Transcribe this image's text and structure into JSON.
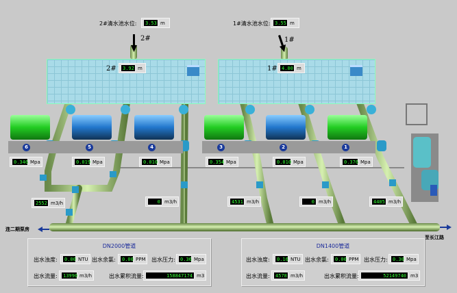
{
  "levels": {
    "pool2": {
      "label": "2#清水池水位:",
      "value": "3.53",
      "unit": "m"
    },
    "pool1": {
      "label": "1#清水池水位:",
      "value": "3.55",
      "unit": "m"
    }
  },
  "inlets": {
    "in2": "2#",
    "in1": "1#"
  },
  "tanks": [
    {
      "label": "2#",
      "value": "3.92",
      "unit": "m"
    },
    {
      "label": "1#",
      "value": "4.80",
      "unit": "m"
    }
  ],
  "pumps": [
    {
      "number": "6",
      "pressure": "0.346",
      "unit": "Mpa",
      "color": "green"
    },
    {
      "number": "5",
      "pressure": "0.019",
      "unit": "Mpa",
      "color": "blue"
    },
    {
      "number": "4",
      "pressure": "0.010",
      "unit": "Mpa",
      "color": "blue"
    },
    {
      "number": "3",
      "pressure": "0.354",
      "unit": "Mpa",
      "color": "green"
    },
    {
      "number": "2",
      "pressure": "0.010",
      "unit": "Mpa",
      "color": "blue"
    },
    {
      "number": "1",
      "pressure": "0.376",
      "unit": "Mpa",
      "color": "green"
    }
  ],
  "flows": [
    {
      "value": "2552",
      "unit": "m3/h"
    },
    {
      "value": "0",
      "unit": "m3/h"
    },
    {
      "value": "4531",
      "unit": "m3/h"
    },
    {
      "value": "0",
      "unit": "m3/h"
    },
    {
      "value": "4405",
      "unit": "m3/h"
    }
  ],
  "destinations": {
    "left": "连二期泵房",
    "right": "至长江路"
  },
  "panels": [
    {
      "title": "DN2000管道",
      "turbidity_label": "出水浊度:",
      "turbidity": "0.00",
      "turbidity_unit": "NTU",
      "chlorine_label": "出水余氯:",
      "chlorine": "0.00",
      "chlorine_unit": "PPM",
      "pressure_label": "出水压力:",
      "pressure": "0.36",
      "pressure_unit": "Mpa",
      "flow_label": "出水流量:",
      "flow": "13990",
      "flow_unit": "m3/h",
      "total_label": "出水累积流量:",
      "total": "158847174",
      "total_unit": "m3"
    },
    {
      "title": "DN1400管道",
      "turbidity_label": "出水浊度:",
      "turbidity": "0.16",
      "turbidity_unit": "NTU",
      "chlorine_label": "出水余氯:",
      "chlorine": "0.00",
      "chlorine_unit": "PPM",
      "pressure_label": "出水压力:",
      "pressure": "0.30",
      "pressure_unit": "Mpa",
      "flow_label": "出水流量:",
      "flow": "4578",
      "flow_unit": "m3/h",
      "total_label": "出水累积流量:",
      "total": "52149740",
      "total_unit": "m3"
    }
  ]
}
